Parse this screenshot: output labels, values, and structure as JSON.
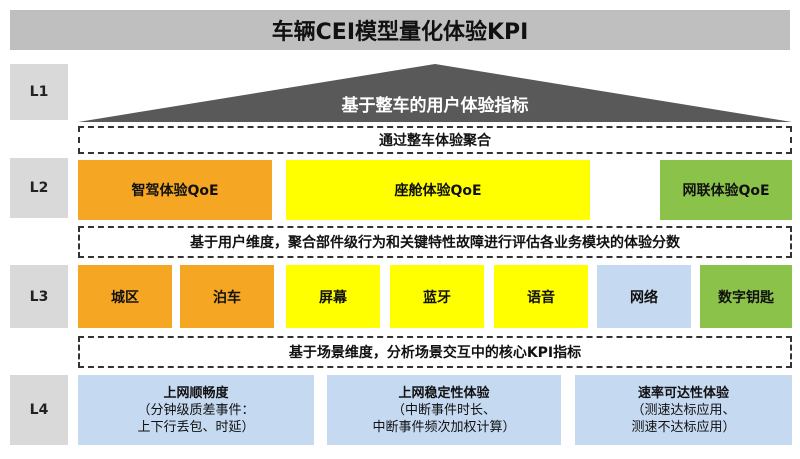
{
  "title": "车辆CEI模型量化体验KPI",
  "levels": [
    "L1",
    "L2",
    "L3",
    "L4"
  ],
  "l1": {
    "roof_label": "基于整车的用户体验指标"
  },
  "band1": "通过整车体验聚合",
  "l2": {
    "items": [
      "智驾体验QoE",
      "座舱体验QoE",
      "网联体验QoE"
    ]
  },
  "band2": "基于用户维度，聚合部件级行为和关键特性故障进行评估各业务模块的体验分数",
  "l3": {
    "items": [
      "城区",
      "泊车",
      "屏幕",
      "蓝牙",
      "语音",
      "网络",
      "数字钥匙"
    ]
  },
  "band3": "基于场景维度，分析场景交互中的核心KPI指标",
  "l4": {
    "items": [
      {
        "title": "上网顺畅度",
        "line1": "（分钟级质差事件：",
        "line2": "上下行丢包、时延）"
      },
      {
        "title": "上网稳定性体验",
        "line1": "（中断事件时长、",
        "line2": "中断事件频次加权计算）"
      },
      {
        "title": "速率可达性体验",
        "line1": "（测速达标应用、",
        "line2": "测速不达标应用）"
      }
    ]
  },
  "colors": {
    "orange": "#f5a623",
    "yellow": "#ffff00",
    "green": "#8bc34a",
    "blue": "#c5d9f1",
    "gray": "#bfbfbf"
  }
}
